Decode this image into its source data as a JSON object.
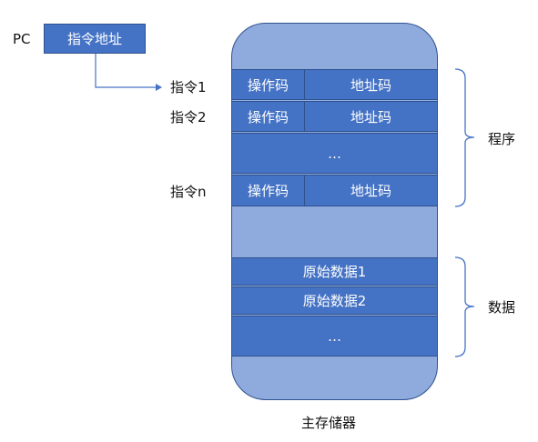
{
  "pc": {
    "label": "PC",
    "box_text": "指令地址"
  },
  "instructions": [
    {
      "label": "指令1",
      "opcode": "操作码",
      "address": "地址码"
    },
    {
      "label": "指令2",
      "opcode": "操作码",
      "address": "地址码"
    },
    {
      "label": "指令n",
      "opcode": "操作码",
      "address": "地址码"
    }
  ],
  "instruction_ellipsis": "…",
  "data_rows": [
    "原始数据1",
    "原始数据2"
  ],
  "data_ellipsis": "…",
  "brackets": {
    "program": "程序",
    "data": "数据"
  },
  "memory_caption": "主存储器",
  "colors": {
    "row_fill": "#4472c4",
    "memory_fill": "#8faadc",
    "border": "#2f528f",
    "arrow": "#4472c4"
  }
}
